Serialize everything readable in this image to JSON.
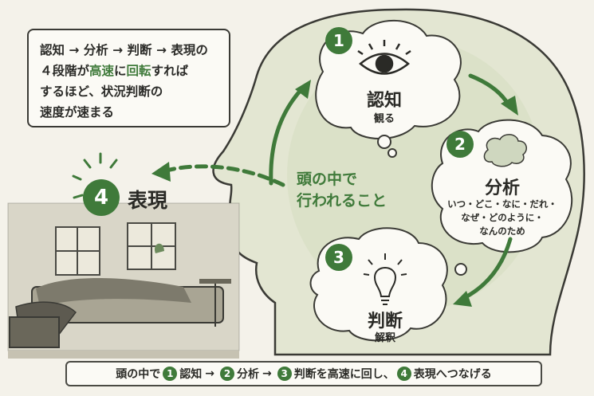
{
  "note": {
    "line1": "認知 → 分析 → 判断 → 表現の",
    "line2_a": "４段階が",
    "line2_hl1": "高速",
    "line2_b": "に",
    "line2_hl2": "回転",
    "line2_c": "すれば",
    "line3": "するほど、状況判断の",
    "line4": "速度が速まる"
  },
  "steps": [
    {
      "num": "1",
      "title": "認知",
      "sub": "観る"
    },
    {
      "num": "2",
      "title": "分析",
      "sub_lines": [
        "いつ・どこ・なに・だれ・",
        "なぜ・どのように・",
        "なんのため"
      ]
    },
    {
      "num": "3",
      "title": "判断",
      "sub": "解釈"
    },
    {
      "num": "4",
      "title": "表現"
    }
  ],
  "center": {
    "line1": "頭の中で",
    "line2": "行われること"
  },
  "bottom": {
    "prefix": "頭の中で",
    "n1": "1",
    "t1": "認知",
    "n2": "2",
    "t2": "分析",
    "n3": "3",
    "t3": "判断",
    "mid": "を高速に回し、",
    "n4": "4",
    "t4": "表現",
    "suffix": "へつなげる"
  },
  "colors": {
    "accent": "#3f7a3a",
    "head": "#dfe3cf"
  },
  "icons": [
    "eye-icon",
    "cloud-icon",
    "lightbulb-icon"
  ]
}
